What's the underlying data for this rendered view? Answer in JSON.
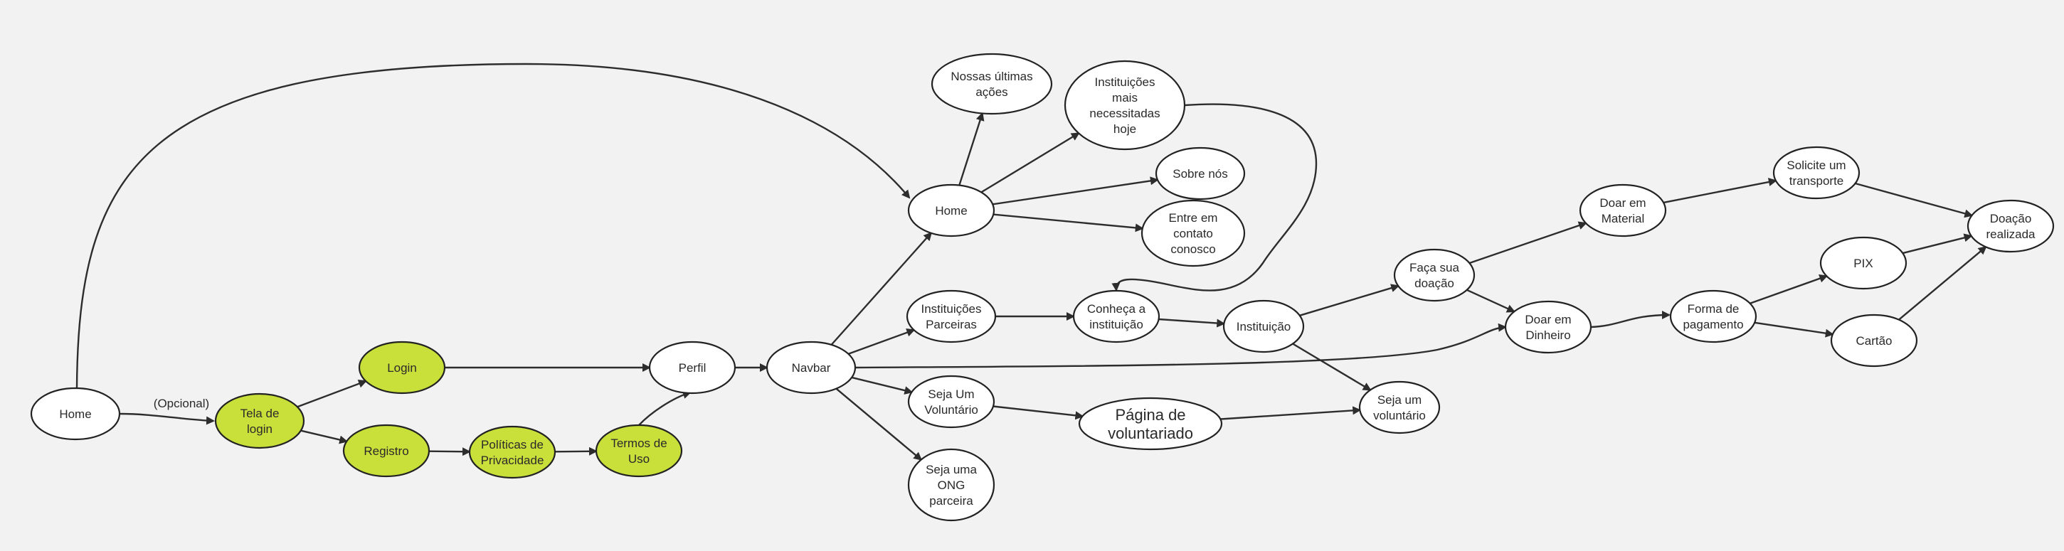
{
  "colors": {
    "background": "#f2f2f2",
    "node_fill": "#ffffff",
    "highlight_fill": "#c9e03a",
    "stroke": "#222222"
  },
  "nodes": [
    {
      "id": "home_start",
      "lines": [
        "Home"
      ]
    },
    {
      "id": "tela_login",
      "lines": [
        "Tela de",
        "login"
      ],
      "highlight": true
    },
    {
      "id": "login",
      "lines": [
        "Login"
      ],
      "highlight": true
    },
    {
      "id": "registro",
      "lines": [
        "Registro"
      ],
      "highlight": true
    },
    {
      "id": "politicas",
      "lines": [
        "Políticas de",
        "Privacidade"
      ],
      "highlight": true
    },
    {
      "id": "termos",
      "lines": [
        "Termos de",
        "Uso"
      ],
      "highlight": true
    },
    {
      "id": "perfil",
      "lines": [
        "Perfil"
      ]
    },
    {
      "id": "navbar",
      "lines": [
        "Navbar"
      ]
    },
    {
      "id": "home",
      "lines": [
        "Home"
      ]
    },
    {
      "id": "nossas",
      "lines": [
        "Nossas últimas",
        "ações"
      ]
    },
    {
      "id": "inst_mais",
      "lines": [
        "Instituições",
        "mais",
        "necessitadas",
        "hoje"
      ]
    },
    {
      "id": "sobre",
      "lines": [
        "Sobre nós"
      ]
    },
    {
      "id": "contato",
      "lines": [
        "Entre em",
        "contato",
        "conosco"
      ]
    },
    {
      "id": "inst_parceiras",
      "lines": [
        "Instituições",
        "Parceiras"
      ]
    },
    {
      "id": "conheca",
      "lines": [
        "Conheça a",
        "instituição"
      ]
    },
    {
      "id": "instituicao",
      "lines": [
        "Instituição"
      ]
    },
    {
      "id": "seja_voluntario_nav",
      "lines": [
        "Seja Um",
        "Voluntário"
      ]
    },
    {
      "id": "pagina_vol",
      "lines": [
        "Página de",
        "voluntariado"
      ],
      "big": true
    },
    {
      "id": "seja_vol",
      "lines": [
        "Seja um",
        "voluntário"
      ]
    },
    {
      "id": "seja_ong",
      "lines": [
        "Seja uma",
        "ONG",
        "parceira"
      ]
    },
    {
      "id": "faca_doacao",
      "lines": [
        "Faça sua",
        "doação"
      ]
    },
    {
      "id": "doar_material",
      "lines": [
        "Doar em",
        "Material"
      ]
    },
    {
      "id": "doar_dinheiro",
      "lines": [
        "Doar em",
        "Dinheiro"
      ]
    },
    {
      "id": "forma_pag",
      "lines": [
        "Forma de",
        "pagamento"
      ]
    },
    {
      "id": "solicite",
      "lines": [
        "Solicite um",
        "transporte"
      ]
    },
    {
      "id": "pix",
      "lines": [
        "PIX"
      ]
    },
    {
      "id": "cartao",
      "lines": [
        "Cartão"
      ]
    },
    {
      "id": "doacao_realizada",
      "lines": [
        "Doação",
        "realizada"
      ]
    }
  ],
  "edges": [
    {
      "from": "home_start",
      "to": "tela_login",
      "label": "(Opcional)"
    },
    {
      "from": "home_start",
      "to": "home"
    },
    {
      "from": "tela_login",
      "to": "login"
    },
    {
      "from": "tela_login",
      "to": "registro"
    },
    {
      "from": "login",
      "to": "perfil"
    },
    {
      "from": "registro",
      "to": "politicas"
    },
    {
      "from": "politicas",
      "to": "termos"
    },
    {
      "from": "termos",
      "to": "perfil"
    },
    {
      "from": "perfil",
      "to": "navbar"
    },
    {
      "from": "navbar",
      "to": "home"
    },
    {
      "from": "navbar",
      "to": "inst_parceiras"
    },
    {
      "from": "navbar",
      "to": "seja_voluntario_nav"
    },
    {
      "from": "navbar",
      "to": "seja_ong"
    },
    {
      "from": "navbar",
      "to": "doar_dinheiro"
    },
    {
      "from": "home",
      "to": "nossas"
    },
    {
      "from": "home",
      "to": "inst_mais"
    },
    {
      "from": "home",
      "to": "sobre"
    },
    {
      "from": "home",
      "to": "contato"
    },
    {
      "from": "inst_mais",
      "to": "conheca"
    },
    {
      "from": "inst_parceiras",
      "to": "conheca"
    },
    {
      "from": "conheca",
      "to": "instituicao"
    },
    {
      "from": "instituicao",
      "to": "faca_doacao"
    },
    {
      "from": "instituicao",
      "to": "seja_vol"
    },
    {
      "from": "seja_voluntario_nav",
      "to": "pagina_vol"
    },
    {
      "from": "pagina_vol",
      "to": "seja_vol"
    },
    {
      "from": "faca_doacao",
      "to": "doar_material"
    },
    {
      "from": "faca_doacao",
      "to": "doar_dinheiro"
    },
    {
      "from": "doar_material",
      "to": "solicite"
    },
    {
      "from": "doar_dinheiro",
      "to": "forma_pag"
    },
    {
      "from": "forma_pag",
      "to": "pix"
    },
    {
      "from": "forma_pag",
      "to": "cartao"
    },
    {
      "from": "solicite",
      "to": "doacao_realizada"
    },
    {
      "from": "pix",
      "to": "doacao_realizada"
    },
    {
      "from": "cartao",
      "to": "doacao_realizada"
    }
  ]
}
